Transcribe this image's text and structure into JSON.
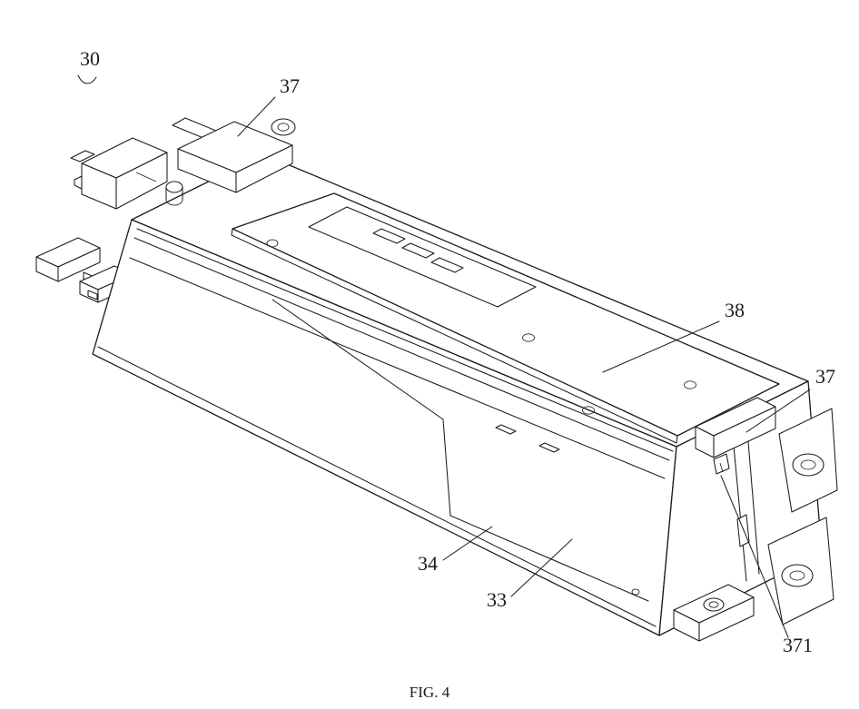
{
  "theme": {
    "ink": "#1b1b1b",
    "paper": "#ffffff"
  },
  "figure": {
    "caption": "FIG. 4",
    "labels": {
      "overall": "30",
      "clamp_upper": "37",
      "cover_plate": "38",
      "clamp_right": "37",
      "side_panel": "34",
      "housing": "33",
      "latch": "371"
    }
  }
}
